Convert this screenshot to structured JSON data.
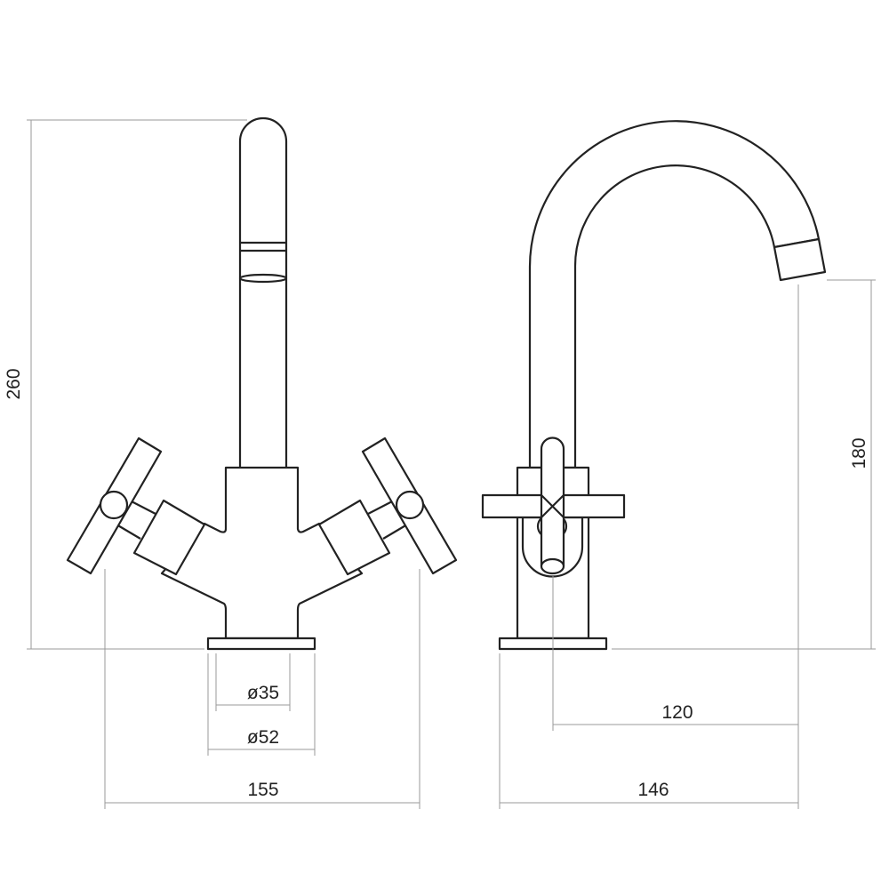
{
  "drawing": {
    "front_view": {
      "dimensions": {
        "height": "260",
        "inner_base_diameter": "ø35",
        "base_diameter": "ø52",
        "width": "155"
      }
    },
    "side_view": {
      "dimensions": {
        "spout_height": "180",
        "spout_reach": "120",
        "depth": "146"
      }
    }
  }
}
